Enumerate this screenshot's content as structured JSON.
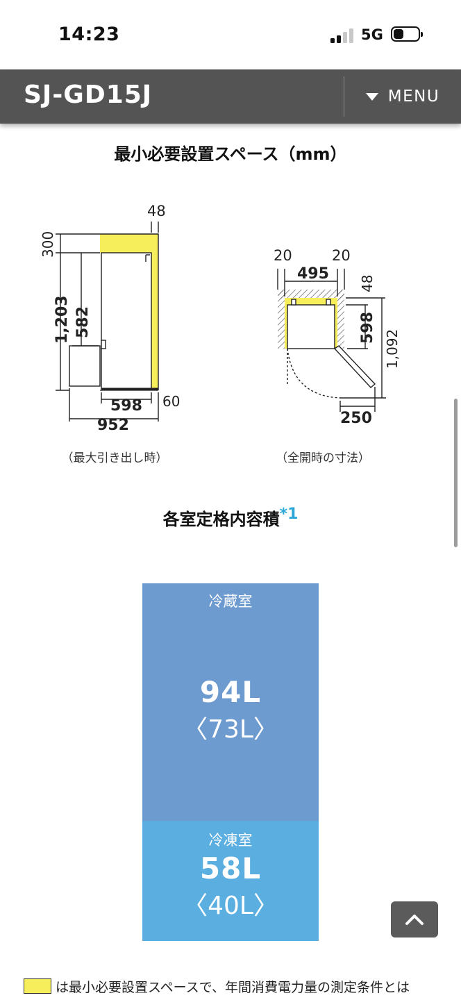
{
  "status_bar": {
    "time": "14:23",
    "network": "5G"
  },
  "header": {
    "title": "SJ-GD15J",
    "menu_label": "MENU"
  },
  "space_section": {
    "title": "最小必要設置スペース（mm）",
    "side_view": {
      "caption": "（最大引き出し時）",
      "dims": {
        "top_gap": "48",
        "top_height": "300",
        "total_height": "1,203",
        "lower_height": "582",
        "depth": "598",
        "back_gap": "60",
        "drawer_depth": "952"
      }
    },
    "top_view": {
      "caption": "（全開時の寸法）",
      "dims": {
        "left_gap": "20",
        "right_gap": "20",
        "width": "495",
        "back_gap": "48",
        "depth": "598",
        "open_depth": "1,092",
        "door_swing": "250"
      }
    }
  },
  "capacity_section": {
    "title": "各室定格内容積",
    "note_mark": "*1",
    "fridge": {
      "name": "冷蔵室",
      "volume": "94L",
      "sub_volume": "〈73L〉"
    },
    "freezer": {
      "name": "冷凍室",
      "volume": "58L",
      "sub_volume": "〈40L〉"
    }
  },
  "legend": {
    "text": "は最小必要設置スペースで、年間消費電力量の測定条件とは"
  },
  "colors": {
    "header": "#545454",
    "space_yellow": "#f6ee5a",
    "fridge": "#6e9bcf",
    "freezer": "#5aaee0",
    "note": "#2aa6d9"
  }
}
